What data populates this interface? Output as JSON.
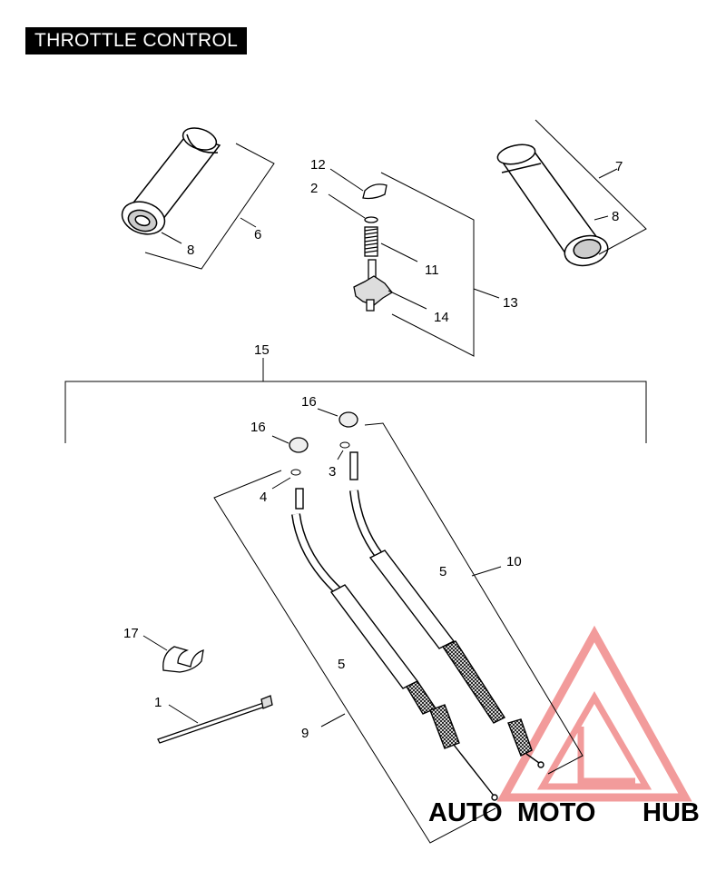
{
  "title": "THROTTLE CONTROL",
  "callouts": {
    "c1": "1",
    "c2": "2",
    "c3": "3",
    "c4": "4",
    "c5a": "5",
    "c5b": "5",
    "c6": "6",
    "c7": "7",
    "c8a": "8",
    "c8b": "8",
    "c9": "9",
    "c10": "10",
    "c11": "11",
    "c12": "12",
    "c13": "13",
    "c14": "14",
    "c15": "15",
    "c16a": "16",
    "c16b": "16",
    "c17": "17"
  },
  "watermark": {
    "part1": "AUTO",
    "part2": "MOTO",
    "part3": "HUB",
    "colors": {
      "auto": "#f7c600",
      "moto": "#f28a8a",
      "hub": "#8c8c8c",
      "logo": "#e84b4b"
    }
  }
}
